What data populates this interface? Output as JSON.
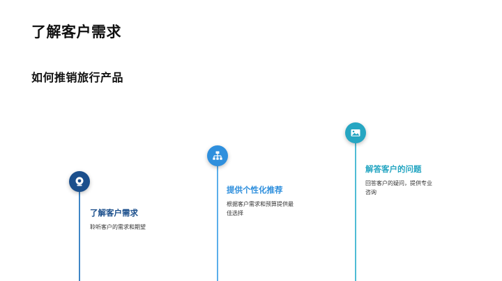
{
  "slide": {
    "title": "了解客户需求",
    "subtitle": "如何推销旅行产品"
  },
  "steps": [
    {
      "title": "了解客户需求",
      "description": "聆听客户的需求和期望",
      "icon": "webcam-icon",
      "color": "#1b4f8c"
    },
    {
      "title": "提供个性化推荐",
      "description": "根据客户需求和预算提供最佳选择",
      "icon": "hierarchy-icon",
      "color": "#2e8fdd"
    },
    {
      "title": "解答客户的问题",
      "description": "回答客户的疑问，提供专业咨询",
      "icon": "image-icon",
      "color": "#26a6c2"
    }
  ]
}
